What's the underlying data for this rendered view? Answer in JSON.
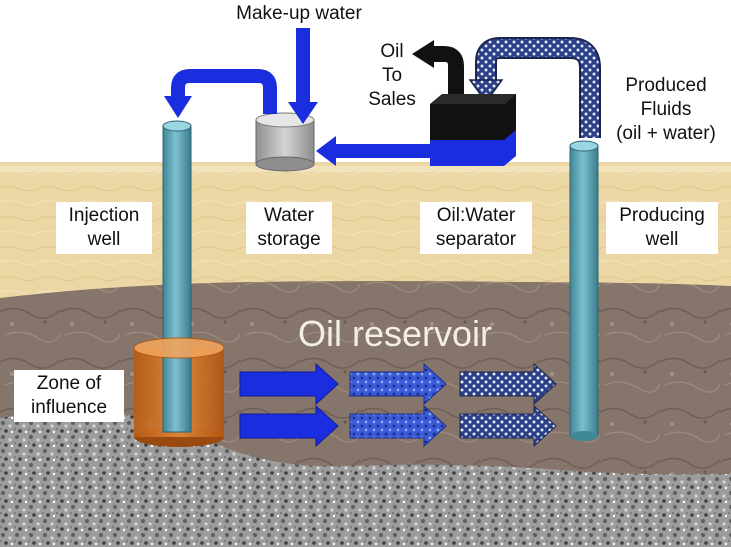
{
  "labels": {
    "makeup_water": "Make-up water",
    "oil_to_sales": [
      "Oil",
      "To",
      "Sales"
    ],
    "produced_fluids": [
      "Produced",
      "Fluids",
      "(oil + water)"
    ],
    "injection_well": [
      "Injection",
      "well"
    ],
    "water_storage": [
      "Water",
      "storage"
    ],
    "separator": [
      "Oil:Water",
      "separator"
    ],
    "producing_well": [
      "Producing",
      "well"
    ],
    "zone_of_influence": [
      "Zone of",
      "influence"
    ],
    "oil_reservoir": "Oil reservoir"
  },
  "colors": {
    "water_pipe": "#1a2ee0",
    "oil_pipe": "#111111",
    "fluid_pipe": "#aab4c8",
    "well_pipe": "#5fa8b8",
    "storage_tank": "#bdbdbd",
    "separator_top": "#111111",
    "separator_bottom": "#1a2ee0",
    "zone": "#d4701c",
    "topsoil": "#ecd7a4",
    "reservoir": "#8a7a6a",
    "gravel": "#9a9a9a"
  }
}
